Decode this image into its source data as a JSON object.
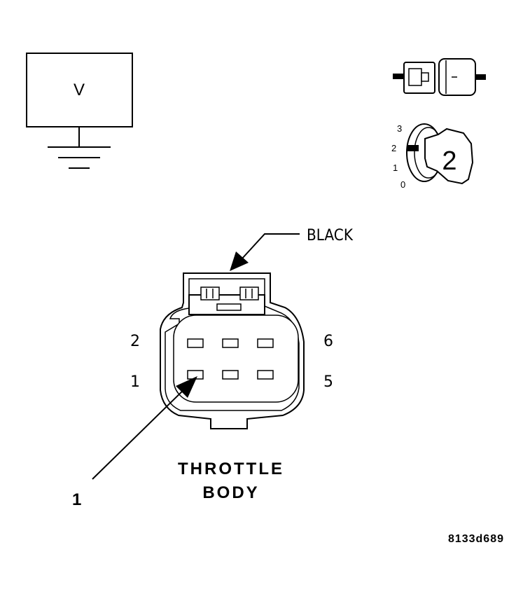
{
  "voltmeter": {
    "label": "V"
  },
  "ignition_switch": {
    "positions": [
      "3",
      "2",
      "1",
      "0"
    ],
    "selected": "2"
  },
  "connector": {
    "color_label": "BLACK",
    "pin_labels": {
      "top_left": "2",
      "bottom_left": "1",
      "top_right": "6",
      "bottom_right": "5"
    },
    "name_line1": "THROTTLE",
    "name_line2": "BODY"
  },
  "callout": {
    "number": "1"
  },
  "figure_id": "8133d689"
}
